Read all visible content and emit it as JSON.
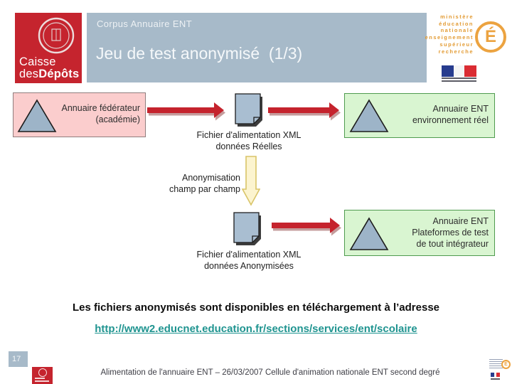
{
  "header": {
    "brand": {
      "line1": "Caisse",
      "line2_light": "des",
      "line2_bold": "Dépôts"
    },
    "kicker": "Corpus Annuaire ENT",
    "title": "Jeu de test anonymisé  (1/3)",
    "ministry": {
      "words": [
        "ministère",
        "éducation",
        "nationale",
        "enseignement",
        "supérieur",
        "recherche"
      ],
      "logo_letter": "É"
    }
  },
  "diagram": {
    "source_box": {
      "line1": "Annuaire fédérateur",
      "line2": "(académie)"
    },
    "file_real": {
      "line1": "Fichier d'alimentation XML",
      "line2": "données Réelles"
    },
    "env_real_box": {
      "line1": "Annuaire ENT",
      "line2": "environnement réel"
    },
    "anonymisation": {
      "line1": "Anonymisation",
      "line2": "champ par champ"
    },
    "file_anon": {
      "line1": "Fichier d'alimentation XML",
      "line2": "données Anonymisées"
    },
    "test_box": {
      "line1": "Annuaire ENT",
      "line2": "Plateformes de test",
      "line3": "de tout intégrateur"
    }
  },
  "bottom": {
    "statement": "Les fichiers anonymisés sont disponibles en téléchargement à l’adresse",
    "link": "http://www2.educnet.education.fr/sections/services/ent/scolaire"
  },
  "footer": {
    "page_number": "17",
    "credit": "Alimentation de l'annuaire ENT – 26/03/2007 Cellule d'animation nationale ENT second degré"
  },
  "colors": {
    "band_blue": "#a7bac9",
    "brand_red": "#c5242e",
    "arrow_red": "#c5232d",
    "pink_fill": "#fbcdcd",
    "green_fill": "#d9f5d1",
    "green_border": "#4f9b4f",
    "triangle_fill": "#9db4c8",
    "document_fill": "#a9bed1",
    "yellow_fill": "#fcf4cf",
    "yellow_border": "#d9c468",
    "link_teal": "#1f9490",
    "ministry_orange": "#eca340"
  }
}
